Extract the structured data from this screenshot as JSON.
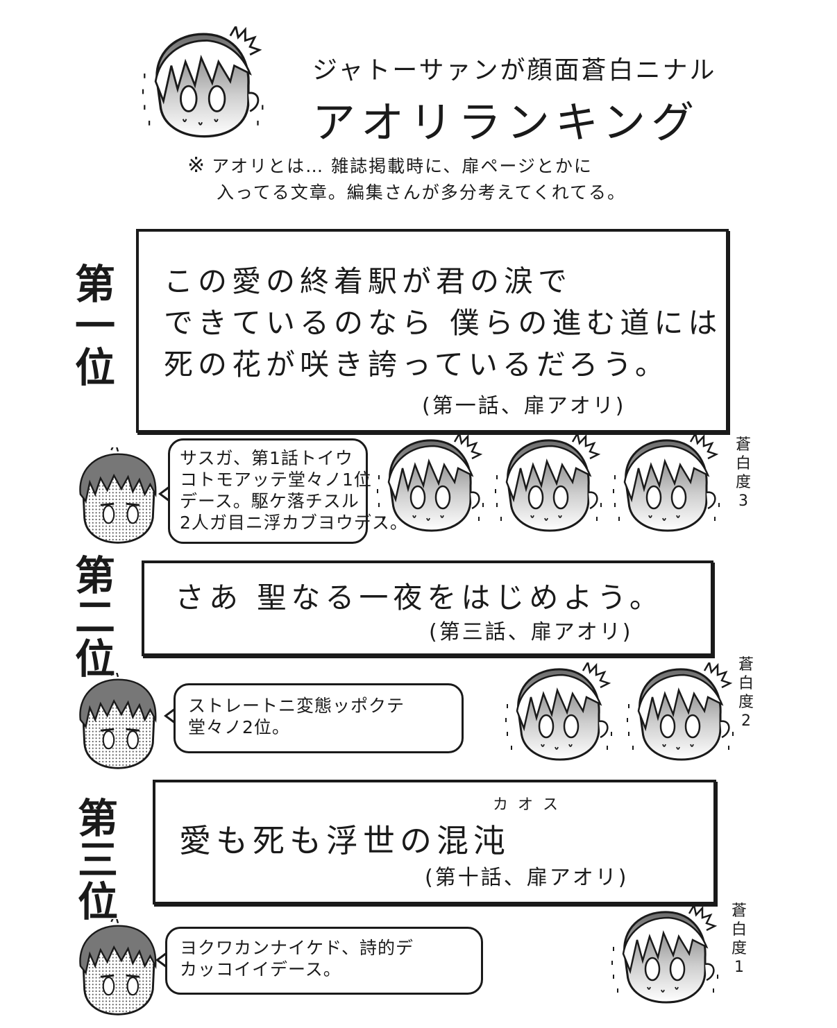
{
  "header": {
    "title_small": "ジャトーサァンが顔面蒼白ニナル",
    "title_large": "アオリランキング",
    "note_mark": "※",
    "note_line1": "アオリとは… 雑誌掲載時に、扉ページとかに",
    "note_line2": "入ってる文章。編集さんが多分考えてくれてる。"
  },
  "ranks": [
    {
      "label": "第一位",
      "quote": [
        "この愛の終着駅が君の涙で",
        "できているのなら 僕らの進む道には",
        "死の花が咲き誇っているだろう。"
      ],
      "source": "(第一話、扉アオリ)",
      "comment": [
        "サスガ、第1話トイウ",
        "コトモアッテ堂々ノ1位",
        "デース。駆ケ落チスル",
        "2人ガ目ニ浮カブヨウデス。"
      ],
      "pale_label": "蒼白度3"
    },
    {
      "label": "第二位",
      "quote": [
        "さあ 聖なる一夜をはじめよう。"
      ],
      "source": "(第三話、扉アオリ)",
      "comment": [
        "ストレートニ変態ッポクテ",
        "堂々ノ2位。"
      ],
      "pale_label": "蒼白度2"
    },
    {
      "label": "第三位",
      "quote_before": "愛も死も浮世の",
      "quote_ruby_word": "混沌",
      "ruby": "カオス",
      "source": "(第十話、扉アオリ)",
      "comment": [
        "ヨクワカンナイケド、詩的デ",
        "カッコイイデース。"
      ],
      "pale_label": "蒼白度1"
    }
  ]
}
